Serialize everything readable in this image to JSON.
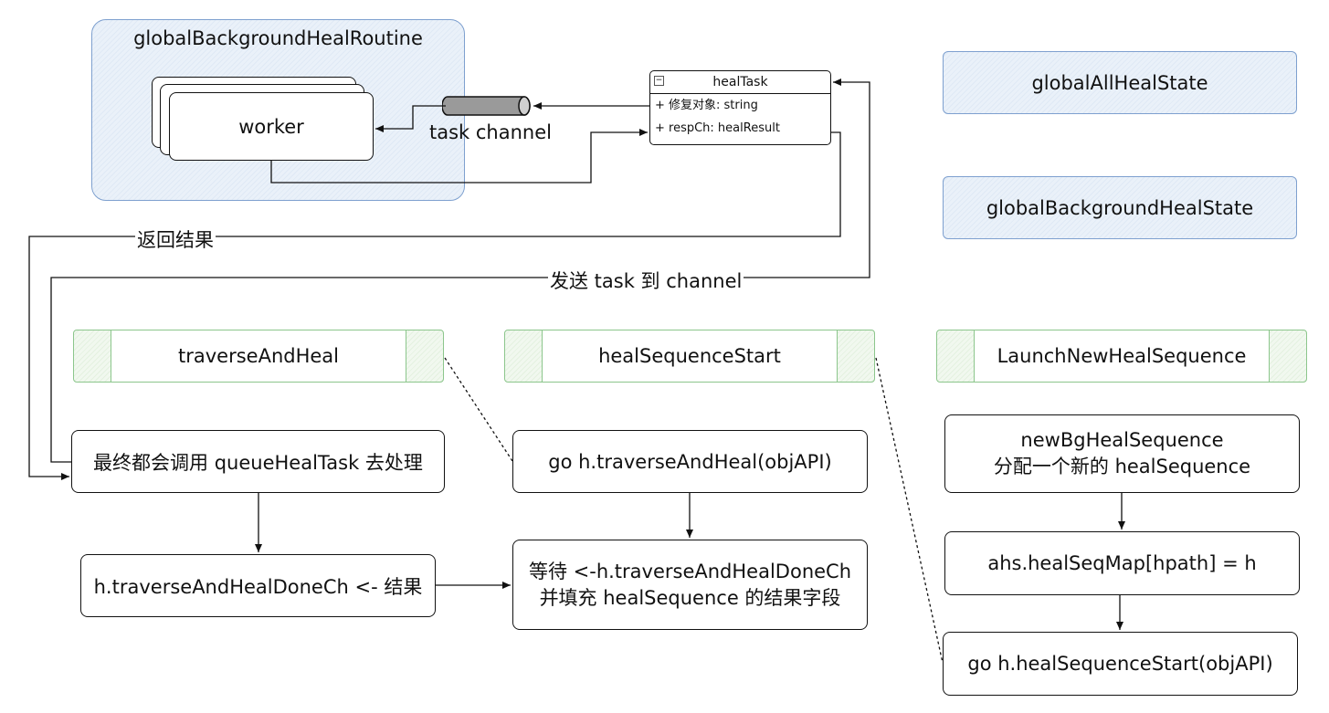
{
  "routine": {
    "title": "globalBackgroundHealRoutine",
    "worker": "worker",
    "channel_label": "task channel"
  },
  "heal_task": {
    "title": "healTask",
    "fields": [
      "+ 修复对象: string",
      "+ respCh: healResult"
    ]
  },
  "states": {
    "all": "globalAllHealState",
    "background": "globalBackgroundHealState"
  },
  "edges": {
    "return_result": "返回结果",
    "send_task": "发送 task 到 channel"
  },
  "left": {
    "header": "traverseAndHeal",
    "queue": "最终都会调用 queueHealTask 去处理",
    "done_ch": "h.traverseAndHealDoneCh <- 结果"
  },
  "middle": {
    "header": "healSequenceStart",
    "go_traverse": "go h.traverseAndHeal(objAPI)",
    "wait_line1": "等待 <-h.traverseAndHealDoneCh",
    "wait_line2": "并填充 healSequence 的结果字段"
  },
  "right": {
    "header": "LaunchNewHealSequence",
    "new_seq_line1": "newBgHealSequence",
    "new_seq_line2": "分配一个新的 healSequence",
    "map_assign": "ahs.healSeqMap[hpath] = h",
    "go_start": "go h.healSequenceStart(objAPI)"
  },
  "colors": {
    "blue_border": "#7ea0cf",
    "green_border": "#8cc68c",
    "hatch_blue": "#dfe9f5",
    "hatch_green": "#e4f1e0"
  }
}
